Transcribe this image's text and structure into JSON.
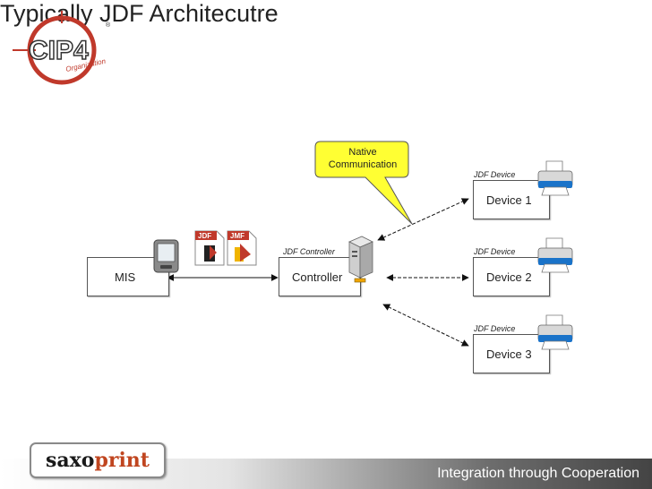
{
  "title": "Typically JDF Architecutre",
  "callout": {
    "line1": "Native",
    "line2": "Communication"
  },
  "mis": {
    "label": "MIS"
  },
  "controller": {
    "role_label": "JDF Controller",
    "label": "Controller"
  },
  "devices": [
    {
      "role_label": "JDF Device",
      "label": "Device 1"
    },
    {
      "role_label": "JDF Device",
      "label": "Device 2"
    },
    {
      "role_label": "JDF Device",
      "label": "Device 3"
    }
  ],
  "file_icons": {
    "jdf": "JDF",
    "jmf": "JMF"
  },
  "cip4_logo": {
    "name": "CIP4",
    "sub": "Organization",
    "mark": "®"
  },
  "footer": {
    "tagline": "Integration through Cooperation",
    "brand_a": "saxo",
    "brand_b": "print"
  },
  "colors": {
    "logo_red": "#c0392b",
    "printer_blue": "#1a73c9",
    "brand_orange": "#c0451f"
  }
}
